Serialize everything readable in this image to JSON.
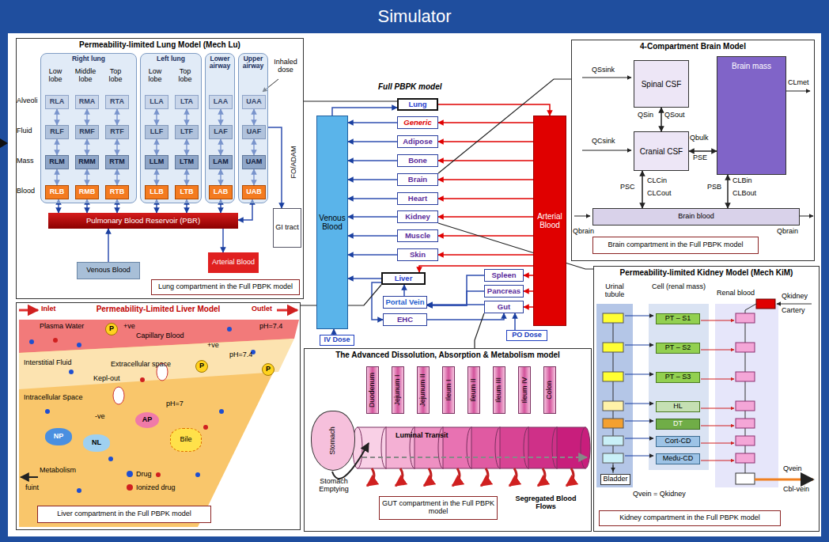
{
  "diagram": {
    "title": "Simulator",
    "nodes": [
      {
        "text": [
          "Permeability-limited Lung Model (Mech Lu)"
        ]
      },
      {
        "text": [
          "Right lung"
        ],
        "in": 0
      },
      {
        "text": [
          "Left lung"
        ],
        "in": 0
      },
      {
        "text": [
          "Lower airway"
        ],
        "in": 0
      },
      {
        "text": [
          "Upper airway"
        ],
        "in": 0
      },
      {
        "text": [
          "RLA"
        ],
        "in": 1
      },
      {
        "text": [
          "RMA"
        ],
        "in": 1
      },
      {
        "text": [
          "RTA"
        ],
        "in": 1
      },
      {
        "text": [
          "LLA"
        ],
        "in": 2
      },
      {
        "text": [
          "LTA"
        ],
        "in": 2
      },
      {
        "text": [
          "LAA"
        ],
        "in": 3
      },
      {
        "text": [
          "UAA"
        ],
        "in": 4
      },
      {
        "text": [
          "RLF"
        ],
        "in": 1
      },
      {
        "text": [
          "RMF"
        ],
        "in": 1
      },
      {
        "text": [
          "RTF"
        ],
        "in": 1
      },
      {
        "text": [
          "LLF"
        ],
        "in": 2
      },
      {
        "text": [
          "LTF"
        ],
        "in": 2
      },
      {
        "text": [
          "LAF"
        ],
        "in": 3
      },
      {
        "text": [
          "UAF"
        ],
        "in": 4
      },
      {
        "text": [
          "RLM"
        ],
        "in": 1
      },
      {
        "text": [
          "RMM"
        ],
        "in": 1
      },
      {
        "text": [
          "RTM"
        ],
        "in": 1
      },
      {
        "text": [
          "LLM"
        ],
        "in": 2
      },
      {
        "text": [
          "LTM"
        ],
        "in": 2
      },
      {
        "text": [
          "LAM"
        ],
        "in": 3
      },
      {
        "text": [
          "UAM"
        ],
        "in": 4
      },
      {
        "text": [
          "RLB"
        ],
        "in": 1
      },
      {
        "text": [
          "RMB"
        ],
        "in": 1
      },
      {
        "text": [
          "RTB"
        ],
        "in": 1
      },
      {
        "text": [
          "LLB"
        ],
        "in": 2
      },
      {
        "text": [
          "LTB"
        ],
        "in": 2
      },
      {
        "text": [
          "LAB"
        ],
        "in": 3
      },
      {
        "text": [
          "UAB"
        ],
        "in": 4
      },
      {
        "text": [
          "Pulmonary Blood Reservoir (PBR)"
        ],
        "in": 0
      },
      {
        "text": [
          "GI tract"
        ],
        "in": 0
      },
      {
        "text": [
          "Venous Blood"
        ],
        "in": 0
      },
      {
        "text": [
          "Arterial Blood"
        ],
        "in": 0
      },
      {
        "text": [
          "Lung compartment in the Full PBPK model"
        ],
        "in": 0
      },
      {
        "text": [
          "Venous Blood"
        ]
      },
      {
        "text": [
          "Lung"
        ]
      },
      {
        "text": [
          "Generic"
        ]
      },
      {
        "text": [
          "Adipose"
        ]
      },
      {
        "text": [
          "Bone"
        ]
      },
      {
        "text": [
          "Brain"
        ]
      },
      {
        "text": [
          "Heart"
        ]
      },
      {
        "text": [
          "Kidney"
        ]
      },
      {
        "text": [
          "Muscle"
        ]
      },
      {
        "text": [
          "Skin"
        ]
      },
      {
        "text": [
          "Liver"
        ]
      },
      {
        "text": [
          "Portal Vein"
        ]
      },
      {
        "text": [
          "EHC"
        ]
      },
      {
        "text": [
          "Spleen"
        ]
      },
      {
        "text": [
          "Pancreas"
        ]
      },
      {
        "text": [
          "Gut"
        ]
      },
      {
        "text": [
          "Arterial Blood"
        ]
      },
      {
        "text": [
          "IV Dose"
        ]
      },
      {
        "text": [
          "PO Dose"
        ]
      },
      {
        "text": [
          "4-Compartment Brain Model"
        ]
      },
      {
        "text": [
          "Spinal CSF"
        ],
        "in": 57
      },
      {
        "text": [
          "Cranial CSF"
        ],
        "in": 57
      },
      {
        "text": [
          "Brain mass"
        ],
        "in": 57
      },
      {
        "text": [
          "Brain blood"
        ],
        "in": 57
      },
      {
        "text": [
          "Brain compartment in the Full PBPK model"
        ],
        "in": 57
      },
      {
        "text": [
          "Permeability-Limited Liver Model"
        ]
      },
      {
        "text": [
          "P"
        ],
        "in": 63
      },
      {
        "text": [
          "P"
        ],
        "in": 63
      },
      {
        "text": [
          "P"
        ],
        "in": 63
      },
      {
        "text": [
          "AP"
        ],
        "in": 63
      },
      {
        "text": [
          "NP"
        ],
        "in": 63
      },
      {
        "text": [
          "NL"
        ],
        "in": 63
      },
      {
        "text": [
          "Bile"
        ],
        "in": 63
      },
      {
        "text": [
          "Liver compartment in the Full PBPK model"
        ],
        "in": 63
      },
      {
        "text": [
          "The Advanced Dissolution, Absorption & Metabolism model"
        ]
      },
      {
        "text": [
          "Stomach"
        ],
        "in": 72
      },
      {
        "text": [
          "Duodenum"
        ],
        "in": 72
      },
      {
        "text": [
          "Jejunum I"
        ],
        "in": 72
      },
      {
        "text": [
          "Jejunum II"
        ],
        "in": 72
      },
      {
        "text": [
          "Ileum I"
        ],
        "in": 72
      },
      {
        "text": [
          "Ileum II"
        ],
        "in": 72
      },
      {
        "text": [
          "Ileum III"
        ],
        "in": 72
      },
      {
        "text": [
          "Ileum IV"
        ],
        "in": 72
      },
      {
        "text": [
          "Colon"
        ],
        "in": 72
      },
      {
        "text": [
          "GUT compartment in the Full PBPK model"
        ],
        "in": 72
      },
      {
        "text": [
          "Permeability-limited Kidney Model (Mech KiM)"
        ]
      },
      {
        "text": [
          "PT – S1"
        ],
        "in": 83
      },
      {
        "text": [
          "PT – S2"
        ],
        "in": 83
      },
      {
        "text": [
          "PT – S3"
        ],
        "in": 83
      },
      {
        "text": [
          "HL"
        ],
        "in": 83
      },
      {
        "text": [
          "DT"
        ],
        "in": 83
      },
      {
        "text": [
          "Cort-CD"
        ],
        "in": 83
      },
      {
        "text": [
          "Medu-CD"
        ],
        "in": 83
      },
      {
        "text": [
          "Bladder"
        ],
        "in": 83
      },
      {
        "text": [
          "Kidney compartment in the Full PBPK model"
        ],
        "in": 83
      }
    ],
    "edges": [
      {
        "from": 5,
        "to": 12,
        "arrow": "both"
      },
      {
        "from": 12,
        "to": 19,
        "arrow": "both"
      },
      {
        "from": 19,
        "to": 26,
        "arrow": "both"
      },
      {
        "from": 6,
        "to": 13,
        "arrow": "both"
      },
      {
        "from": 13,
        "to": 20,
        "arrow": "both"
      },
      {
        "from": 20,
        "to": 27,
        "arrow": "both"
      },
      {
        "from": 7,
        "to": 14,
        "arrow": "both"
      },
      {
        "from": 14,
        "to": 21,
        "arrow": "both"
      },
      {
        "from": 21,
        "to": 28,
        "arrow": "both"
      },
      {
        "from": 8,
        "to": 15,
        "arrow": "both"
      },
      {
        "from": 15,
        "to": 22,
        "arrow": "both"
      },
      {
        "from": 22,
        "to": 29,
        "arrow": "both"
      },
      {
        "from": 9,
        "to": 16,
        "arrow": "both"
      },
      {
        "from": 16,
        "to": 23,
        "arrow": "both"
      },
      {
        "from": 23,
        "to": 30,
        "arrow": "both"
      },
      {
        "from": 10,
        "to": 17,
        "arrow": "both"
      },
      {
        "from": 17,
        "to": 24,
        "arrow": "both"
      },
      {
        "from": 24,
        "to": 31,
        "arrow": "both"
      },
      {
        "from": 11,
        "to": 18,
        "arrow": "both"
      },
      {
        "from": 18,
        "to": 25,
        "arrow": "both"
      },
      {
        "from": 25,
        "to": 32,
        "arrow": "both"
      },
      {
        "from": 26,
        "to": 33,
        "arrow": "both"
      },
      {
        "from": 27,
        "to": 33,
        "arrow": "both"
      },
      {
        "from": 28,
        "to": 33,
        "arrow": "both"
      },
      {
        "from": 29,
        "to": 33,
        "arrow": "both"
      },
      {
        "from": 30,
        "to": 33,
        "arrow": "both"
      },
      {
        "from": 31,
        "to": 33,
        "arrow": "both"
      },
      {
        "from": 32,
        "to": 33,
        "arrow": "both"
      },
      {
        "from": 35,
        "to": 33,
        "arrow": "to"
      },
      {
        "from": 33,
        "to": 36,
        "arrow": "to"
      },
      {
        "from": 4,
        "to": 34,
        "arrow": "to"
      },
      {
        "from": 38,
        "to": 39,
        "arrow": "to"
      },
      {
        "from": 39,
        "to": 54,
        "arrow": "to"
      },
      {
        "from": 54,
        "to": 40,
        "arrow": "to"
      },
      {
        "from": 54,
        "to": 41,
        "arrow": "to"
      },
      {
        "from": 54,
        "to": 42,
        "arrow": "to"
      },
      {
        "from": 54,
        "to": 43,
        "arrow": "to"
      },
      {
        "from": 54,
        "to": 44,
        "arrow": "to"
      },
      {
        "from": 54,
        "to": 45,
        "arrow": "to"
      },
      {
        "from": 54,
        "to": 46,
        "arrow": "to"
      },
      {
        "from": 54,
        "to": 47,
        "arrow": "to"
      },
      {
        "from": 54,
        "to": 48,
        "arrow": "to"
      },
      {
        "from": 54,
        "to": 51,
        "arrow": "to"
      },
      {
        "from": 54,
        "to": 52,
        "arrow": "to"
      },
      {
        "from": 54,
        "to": 53,
        "arrow": "to"
      },
      {
        "from": 40,
        "to": 38,
        "arrow": "to"
      },
      {
        "from": 41,
        "to": 38,
        "arrow": "to"
      },
      {
        "from": 42,
        "to": 38,
        "arrow": "to"
      },
      {
        "from": 43,
        "to": 38,
        "arrow": "to"
      },
      {
        "from": 44,
        "to": 38,
        "arrow": "to"
      },
      {
        "from": 45,
        "to": 38,
        "arrow": "to"
      },
      {
        "from": 46,
        "to": 38,
        "arrow": "to"
      },
      {
        "from": 47,
        "to": 38,
        "arrow": "to"
      },
      {
        "from": 48,
        "to": 38,
        "arrow": "to"
      },
      {
        "from": 51,
        "to": 49,
        "arrow": "to"
      },
      {
        "from": 52,
        "to": 49,
        "arrow": "to"
      },
      {
        "from": 53,
        "to": 49,
        "arrow": "to"
      },
      {
        "from": 49,
        "to": 48,
        "arrow": "to"
      },
      {
        "from": 48,
        "to": 50,
        "arrow": "to"
      },
      {
        "from": 50,
        "to": 53,
        "arrow": "to"
      },
      {
        "from": 55,
        "to": 38,
        "arrow": "to"
      },
      {
        "from": 56,
        "to": 53,
        "arrow": "to"
      },
      {
        "from": 0,
        "to": 39,
        "arrow": "none"
      },
      {
        "from": 57,
        "to": 43,
        "arrow": "none"
      },
      {
        "from": 83,
        "to": 45,
        "arrow": "none"
      },
      {
        "from": 63,
        "to": 48,
        "arrow": "none"
      },
      {
        "from": 72,
        "to": 53,
        "arrow": "none"
      },
      {
        "from": 58,
        "to": 59,
        "arrow": "both"
      },
      {
        "from": 59,
        "to": 60,
        "arrow": "both"
      },
      {
        "from": 59,
        "to": 61,
        "arrow": "both"
      },
      {
        "from": 60,
        "to": 61,
        "arrow": "both"
      }
    ],
    "labels": [
      "Low lobe",
      "Middle lobe",
      "Top lobe",
      "Low lobe",
      "Top lobe",
      "Alveoli",
      "Fluid",
      "Mass",
      "Blood",
      "Inhaled dose",
      "FO/ADAM",
      "Full PBPK model",
      "QSsink",
      "QCsink",
      "QSin",
      "QSout",
      "Qbulk",
      "PSE",
      "CLmet",
      "PSC",
      "CLCin",
      "CLCout",
      "PSB",
      "CLBin",
      "CLBout",
      "Qbrain",
      "Qbrain",
      "Inlet",
      "Outlet",
      "Plasma Water",
      "Capillary Blood",
      "Interstitial Fluid",
      "Extracellular space",
      "Intracellular Space",
      "pH=7.4",
      "pH=7.4",
      "pH=7",
      "Kepl-out",
      "+ve",
      "+ve",
      "-ve",
      "Metabolism",
      "fuint",
      "Luminal Transit",
      "Stomach Emptying",
      "Segregated Blood Flows",
      "Urinal tubule",
      "Cell (renal mass)",
      "Renal blood",
      "Qkidney",
      "Cartery",
      "Qvein = Qkidney",
      "Qvein",
      "Cbl-vein"
    ],
    "legend": [
      {
        "text": "Drug",
        "color": "#1f4fd0"
      },
      {
        "text": "Ionized drug",
        "color": "#d02020"
      }
    ]
  }
}
